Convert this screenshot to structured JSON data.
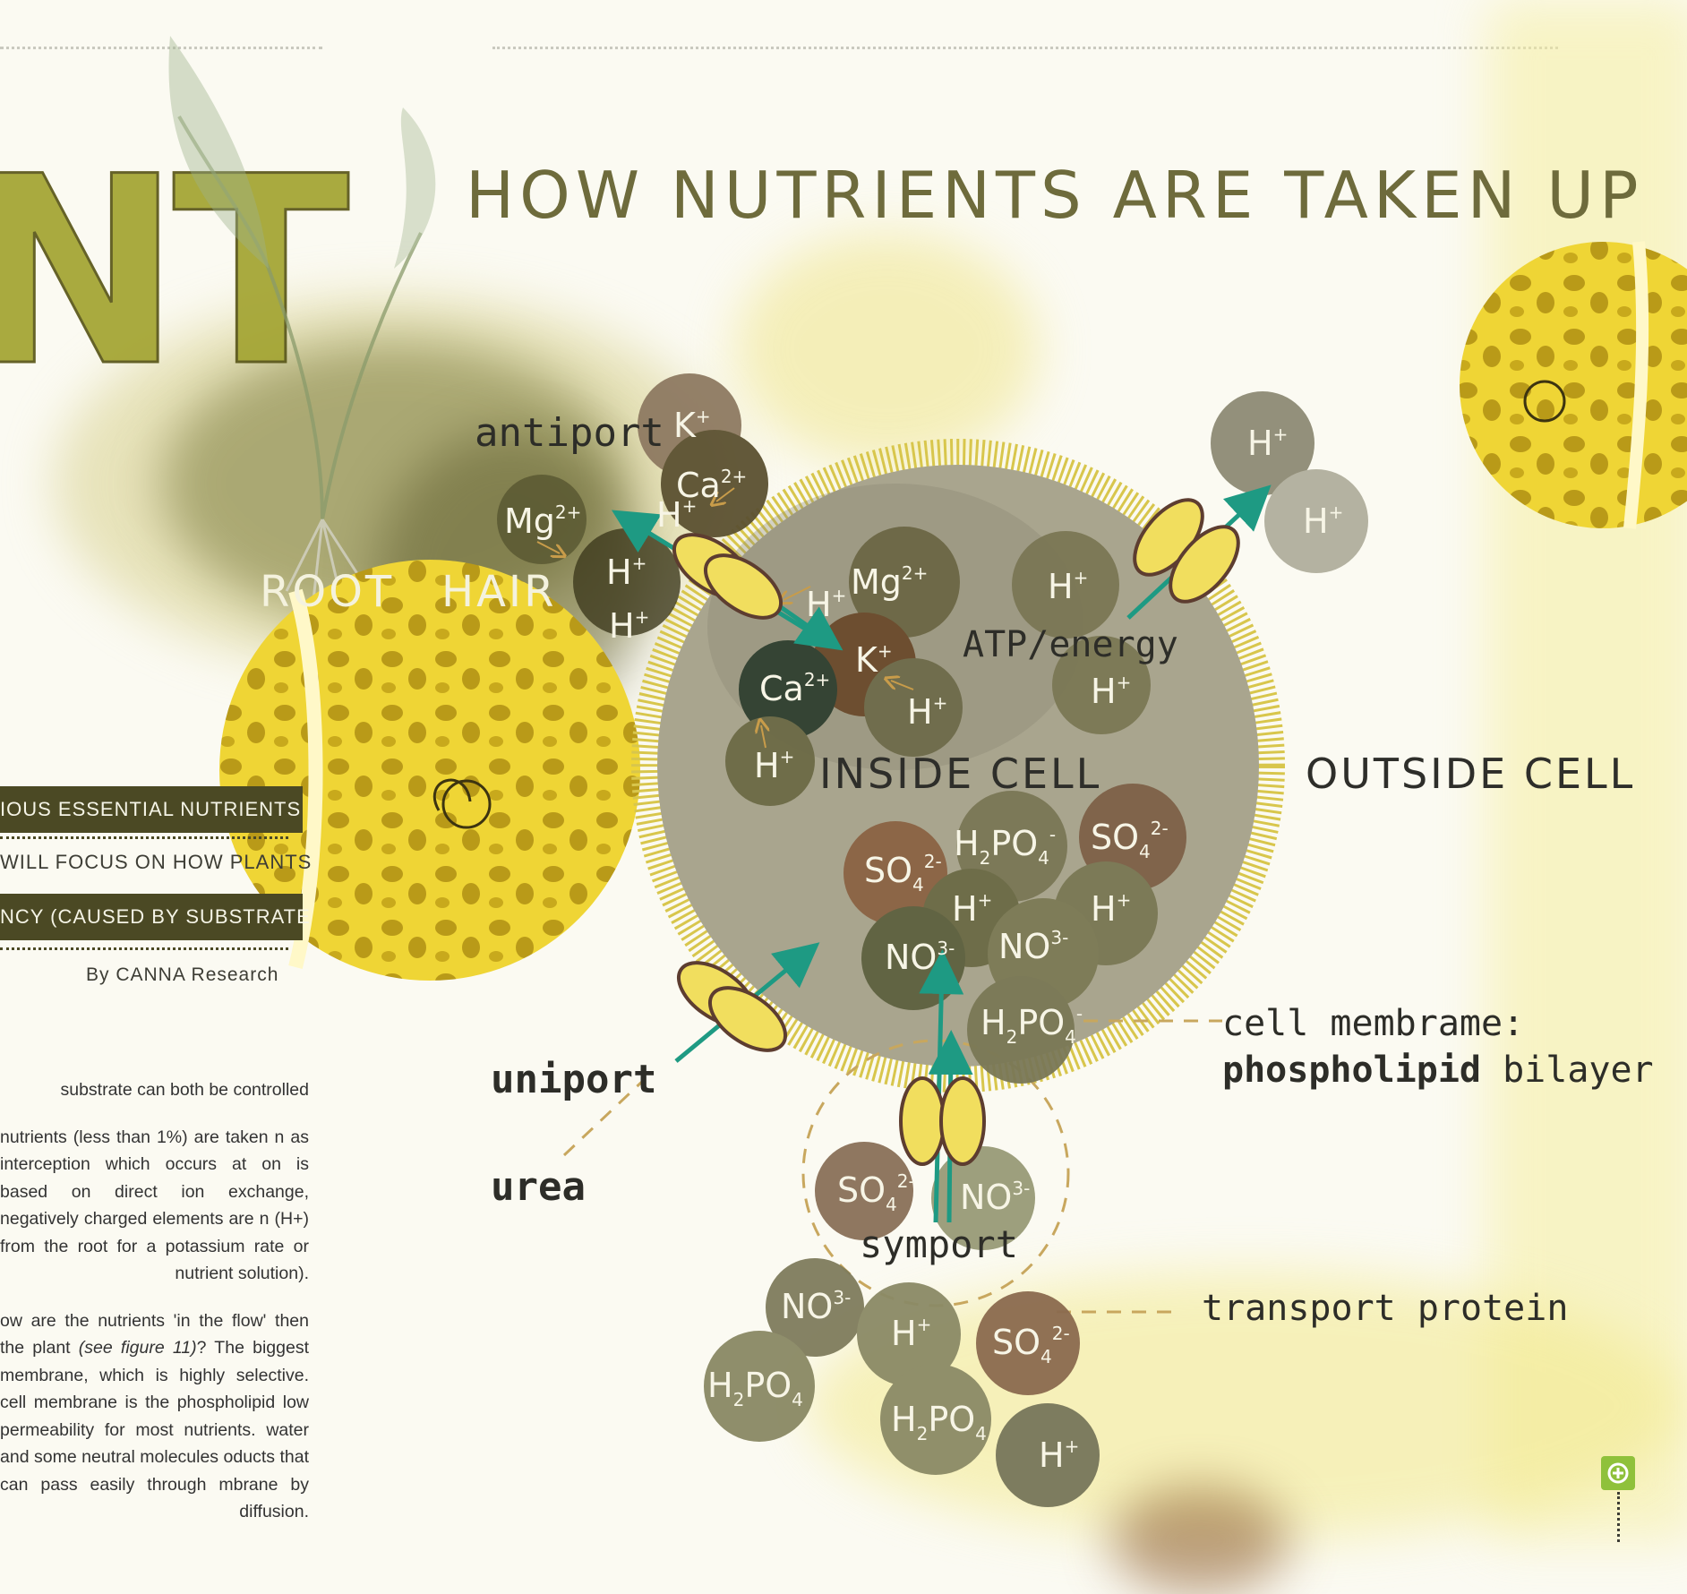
{
  "header": {
    "title": "HOW NUTRIENTS ARE TAKEN UP",
    "banner_partial": "NT"
  },
  "diagram": {
    "labels": {
      "antiport": "antiport",
      "root": "ROOT",
      "hair": "HAIR",
      "atp": "ATP/energy",
      "inside": "INSIDE CELL",
      "outside": "OUTSIDE CELL",
      "uniport": "uniport",
      "urea": "urea",
      "symport": "symport",
      "membrane_line1": "cell membrame:",
      "membrane_line2_bold": "phospholipid",
      "membrane_line2_rest": " bilayer",
      "transport": "transport protein"
    },
    "ions": {
      "K": "K",
      "K_sup": "+",
      "Ca": "Ca",
      "Ca_sup": "2+",
      "Mg": "Mg",
      "Mg_sup": "2+",
      "H": "H",
      "H_sup": "+",
      "SO": "SO",
      "SO_sub": "4",
      "SO_sup": "2-",
      "HPO_H": "H",
      "HPO_sub1": "2",
      "HPO_PO": "PO",
      "HPO_sub2": "4",
      "HPO_sup": "-",
      "NO": "NO",
      "NO_sup": "3-"
    },
    "colors": {
      "cell": "#aaa68f",
      "membrane": "#d8c64c",
      "arrow": "#1e9a83",
      "protein": "#f1de5e"
    }
  },
  "sidebar": {
    "pill1": "IOUS ESSENTIAL NUTRIENTS",
    "line2": "WILL FOCUS ON HOW PLANTS",
    "pill3": "NCY (CAUSED BY SUBSTRATE",
    "byline": "By CANNA Research"
  },
  "body": {
    "para1": "substrate can both be controlled",
    "para2": "nutrients (less than 1%) are taken n as interception which occurs at on is based on direct ion exchange, negatively charged elements are n (H+) from the root for a potassium rate or nutrient solution).",
    "para3_a": "ow are the nutrients 'in the flow' then the plant ",
    "para3_ref": "(see figure 11)",
    "para3_b": "? The biggest membrane, which is highly selective. cell membrane is the phospholipid low permeability for most nutrients. water and some neutral molecules oducts that can pass easily through mbrane by diffusion."
  },
  "controls": {
    "zoom_icon": "zoom-in-icon"
  }
}
